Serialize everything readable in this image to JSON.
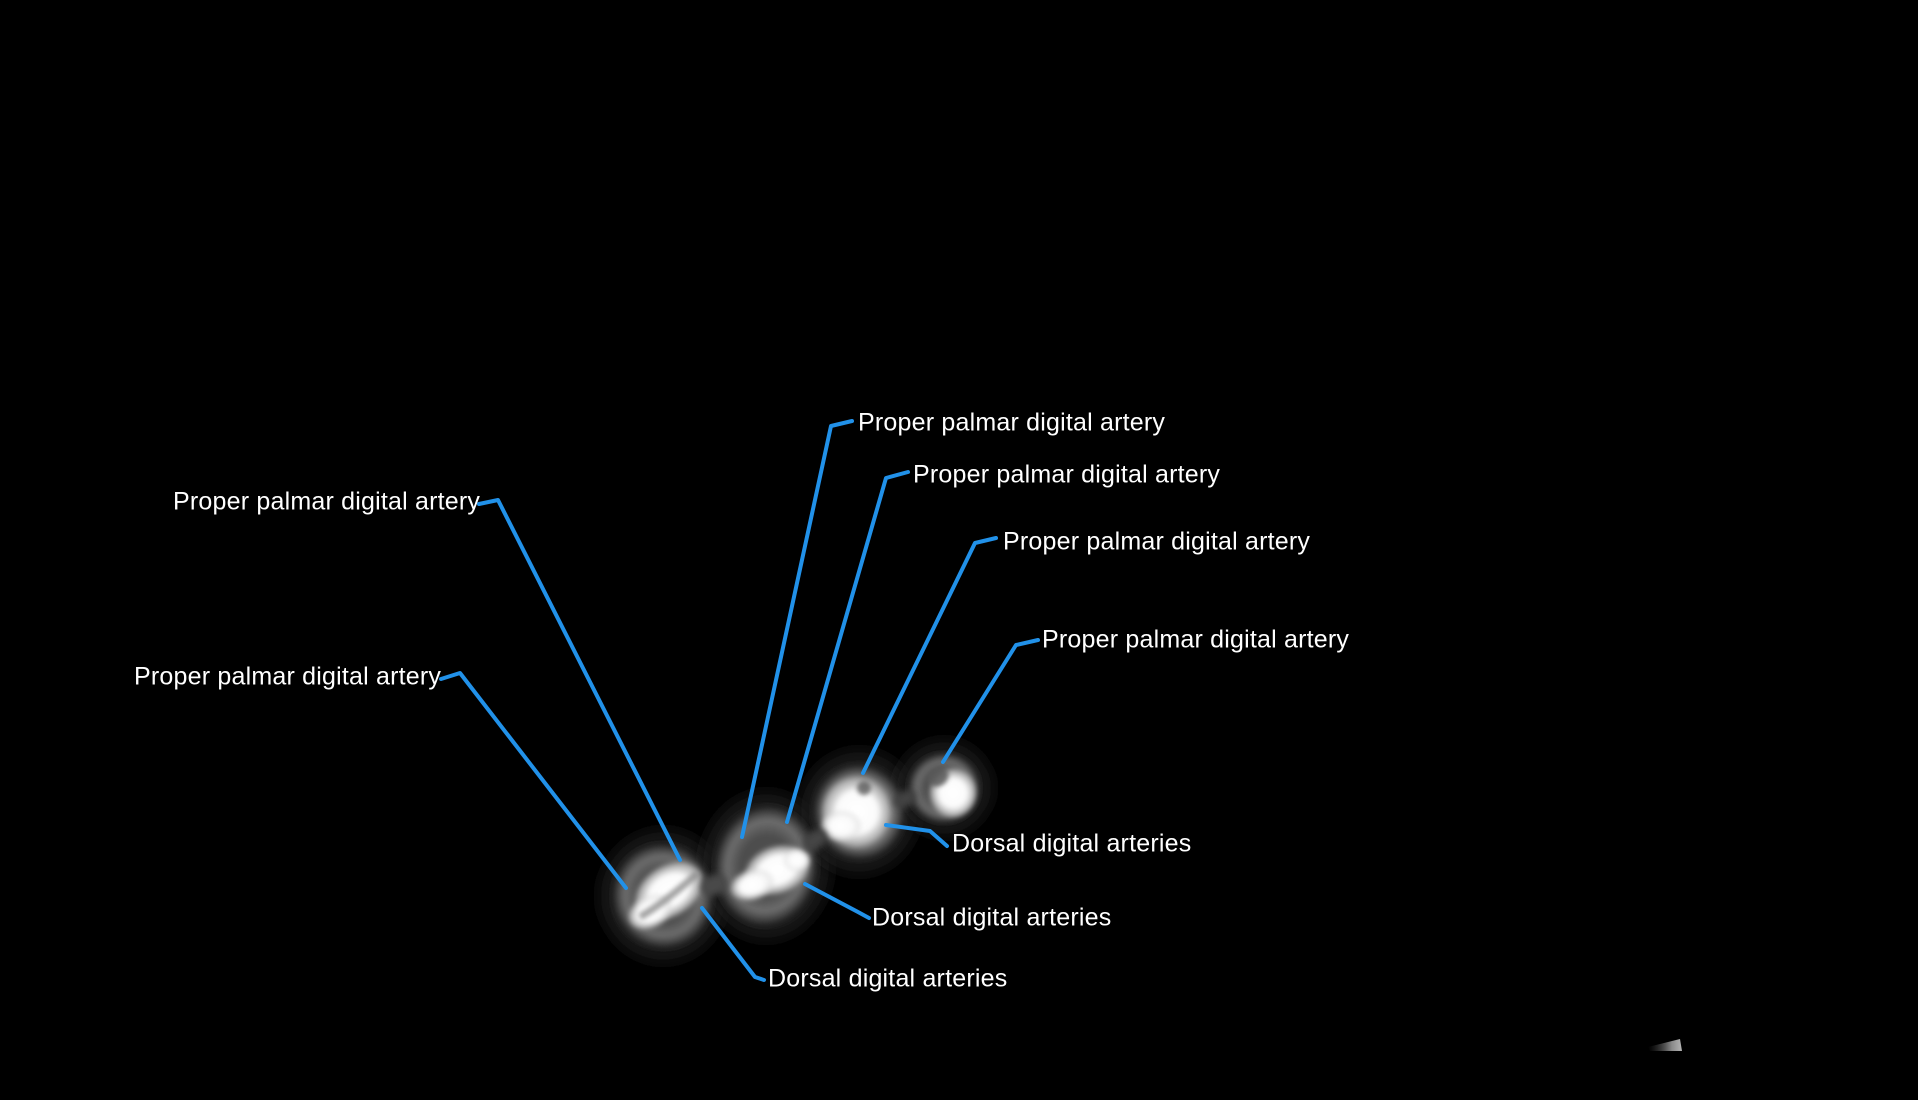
{
  "scene": {
    "background_color": "#000000",
    "leader_line_color": "#2191e9",
    "label_text_color": "#ffffff"
  },
  "annotations": [
    {
      "id": "proper-palmar-digital-artery-left-upper",
      "text": "Proper palmar digital artery"
    },
    {
      "id": "proper-palmar-digital-artery-left-lower",
      "text": "Proper palmar digital artery"
    },
    {
      "id": "proper-palmar-digital-artery-right-1",
      "text": "Proper palmar digital artery"
    },
    {
      "id": "proper-palmar-digital-artery-right-2",
      "text": "Proper palmar digital artery"
    },
    {
      "id": "proper-palmar-digital-artery-right-3",
      "text": "Proper palmar digital artery"
    },
    {
      "id": "proper-palmar-digital-artery-right-4",
      "text": "Proper palmar digital artery"
    },
    {
      "id": "dorsal-digital-arteries-upper",
      "text": "Dorsal digital arteries"
    },
    {
      "id": "dorsal-digital-arteries-middle",
      "text": "Dorsal digital arteries"
    },
    {
      "id": "dorsal-digital-arteries-lower",
      "text": "Dorsal digital arteries"
    }
  ]
}
